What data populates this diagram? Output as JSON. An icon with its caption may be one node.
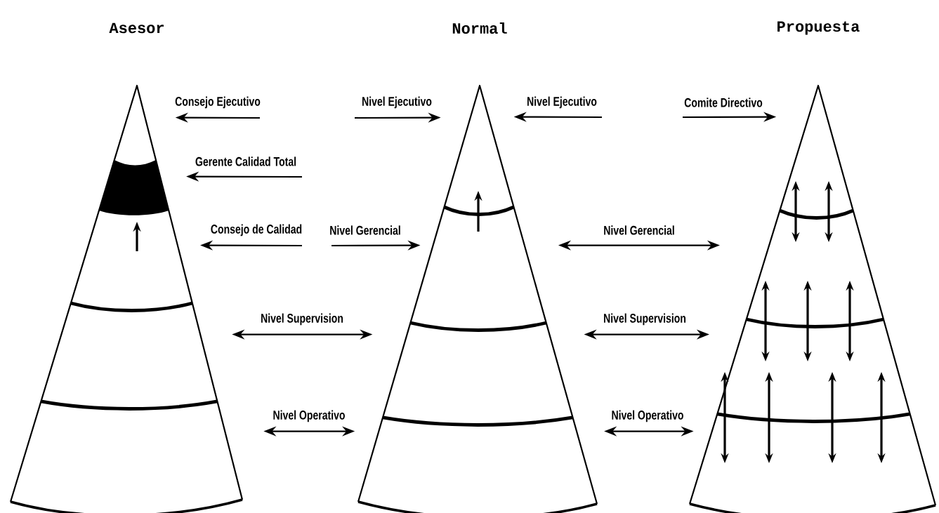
{
  "diagram": {
    "nodes": [
      {
        "text": [
          "Asesor"
        ]
      },
      {
        "text": [
          "Normal"
        ]
      },
      {
        "text": [
          "Propuesta"
        ]
      }
    ],
    "edges": [
      {
        "from": null,
        "to": 0,
        "arrow": "to",
        "label": "Consejo Ejecutivo"
      },
      {
        "from": null,
        "to": 1,
        "arrow": "to",
        "label": "Nivel Ejecutivo"
      },
      {
        "from": null,
        "to": 1,
        "arrow": "to",
        "label": "Nivel Ejecutivo"
      },
      {
        "from": null,
        "to": 2,
        "arrow": "to",
        "label": "Comite Directivo"
      },
      {
        "from": null,
        "to": 0,
        "arrow": "to",
        "label": "Gerente Calidad Total"
      },
      {
        "from": null,
        "to": 0,
        "arrow": "to",
        "label": "Consejo de Calidad"
      },
      {
        "from": null,
        "to": 1,
        "arrow": "to",
        "label": "Nivel Gerencial"
      },
      {
        "from": 1,
        "to": 2,
        "arrow": "both",
        "label": "Nivel Gerencial"
      },
      {
        "from": 0,
        "to": 1,
        "arrow": "both",
        "label": "Nivel Supervision"
      },
      {
        "from": 1,
        "to": 2,
        "arrow": "both",
        "label": "Nivel Supervision"
      },
      {
        "from": 0,
        "to": 1,
        "arrow": "both",
        "label": "Nivel Operativo"
      },
      {
        "from": 1,
        "to": 2,
        "arrow": "both",
        "label": "Nivel Operativo"
      }
    ]
  }
}
